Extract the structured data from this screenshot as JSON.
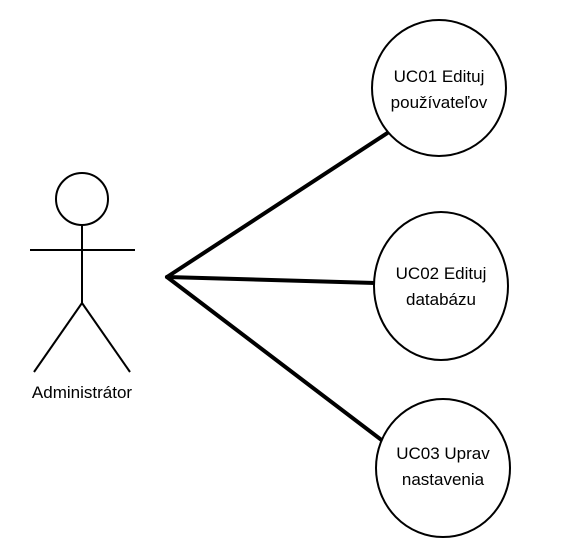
{
  "diagram": {
    "actor": {
      "name": "Administrátor"
    },
    "use_cases": [
      {
        "line1": "UC01 Edituj",
        "line2": "používateľov"
      },
      {
        "line1": "UC02 Edituj",
        "line2": "databázu"
      },
      {
        "line1": "UC03 Uprav",
        "line2": "nastavenia"
      }
    ]
  }
}
